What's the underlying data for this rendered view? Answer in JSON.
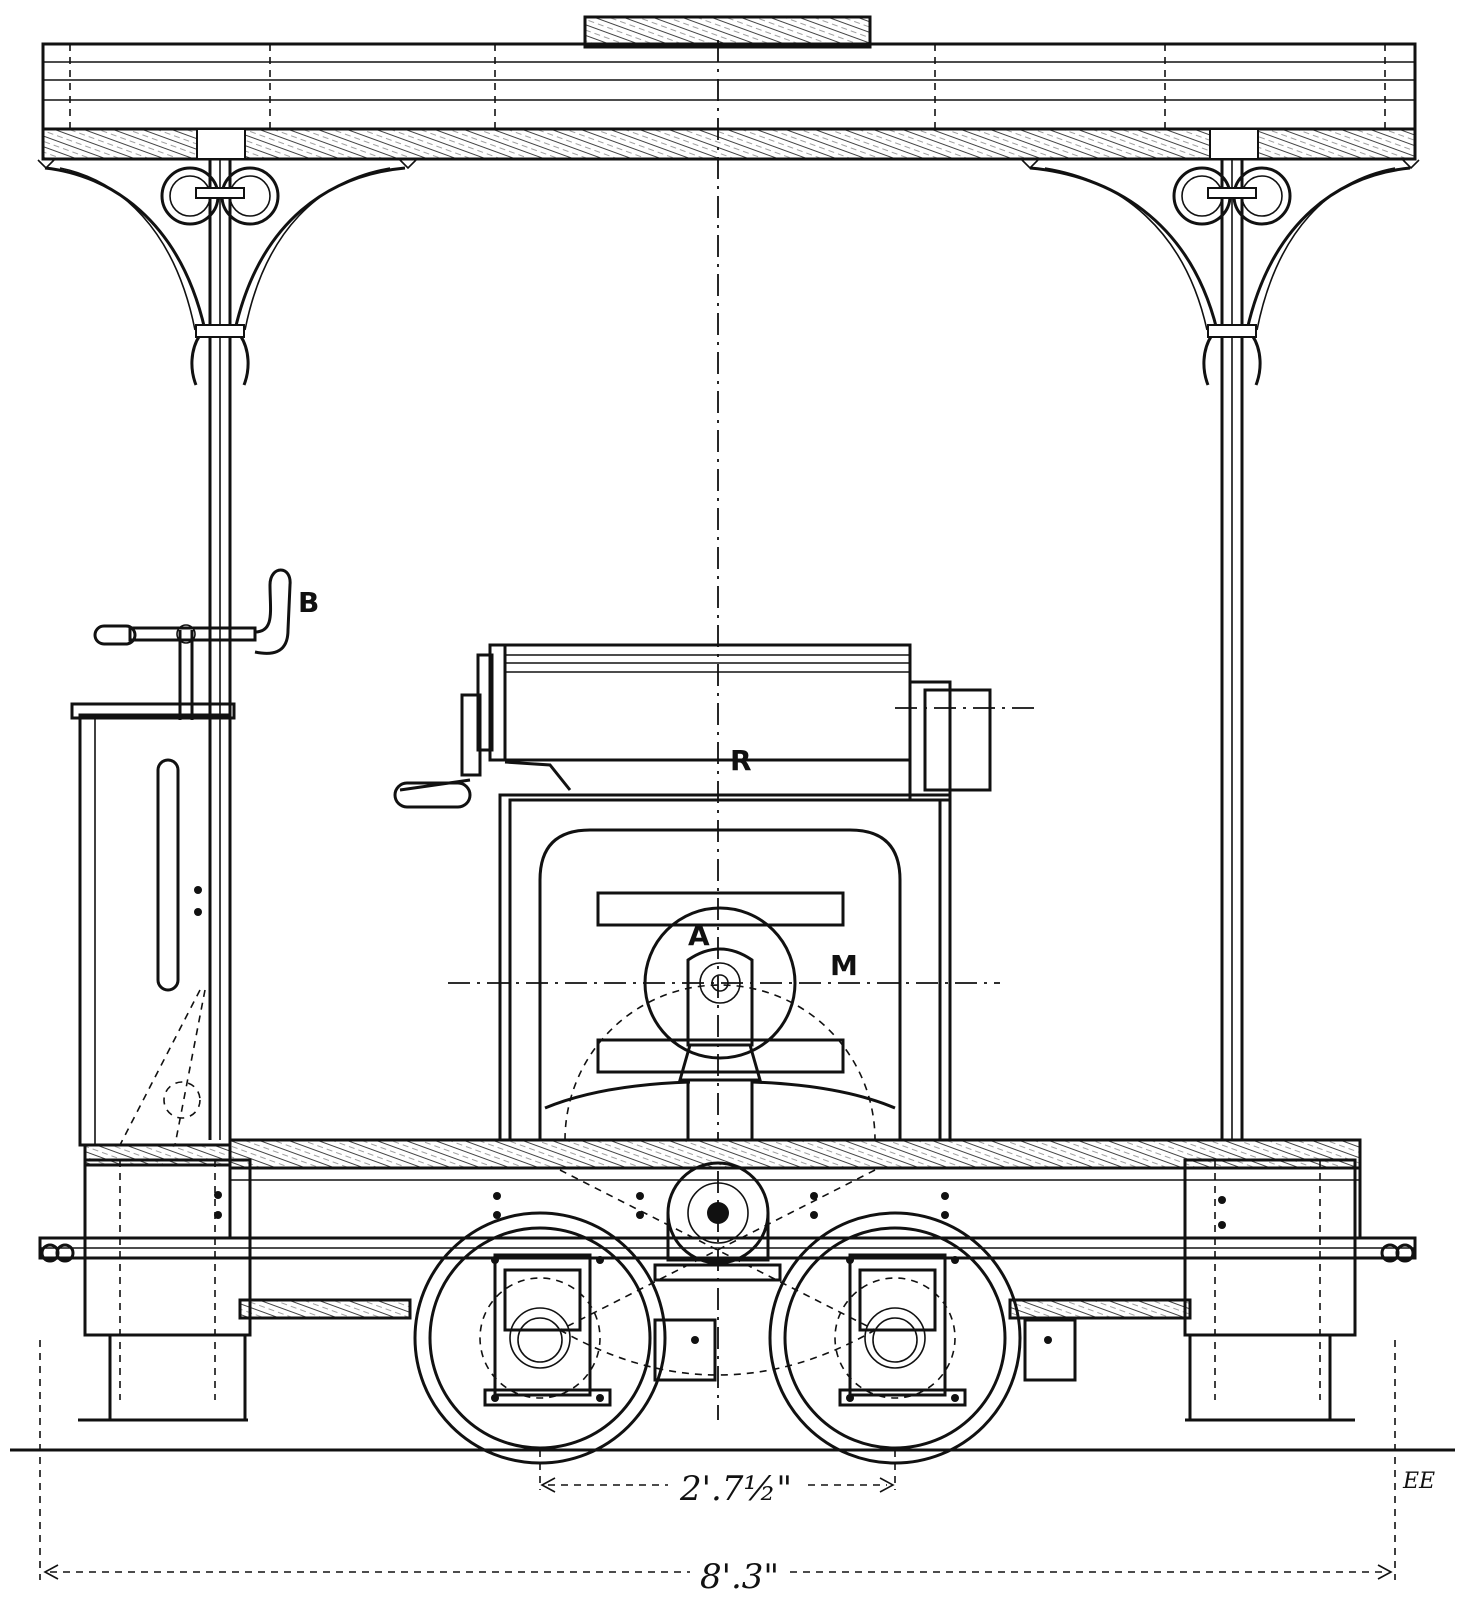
{
  "labels": {
    "B": "B",
    "R": "R",
    "A": "A",
    "M": "M"
  },
  "dimensions": {
    "wheelbase": "2'.7½\"",
    "overall_length": "8'.3\""
  },
  "signature": "EE"
}
